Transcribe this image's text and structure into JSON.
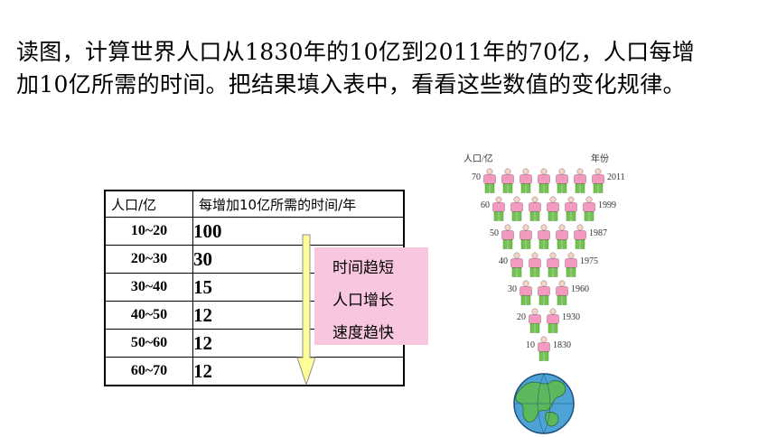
{
  "question": {
    "line1": "读图，计算世界人口从1830年的10亿到2011年的70亿，人口每增",
    "line2": "加10亿所需的时间。把结果填入表中，看看这些数值的变化规律。"
  },
  "table": {
    "headers": [
      "人口/亿",
      "每增加10亿所需的时间/年"
    ],
    "rows": [
      {
        "range": "10~20",
        "years": "100"
      },
      {
        "range": "20~30",
        "years": "30"
      },
      {
        "range": "30~40",
        "years": "15"
      },
      {
        "range": "40~50",
        "years": "12"
      },
      {
        "range": "50~60",
        "years": "12"
      },
      {
        "range": "60~70",
        "years": "12"
      }
    ]
  },
  "notes": [
    "时间趋短",
    "人口增长",
    "速度趋快"
  ],
  "figure": {
    "left_axis_label": "人口/亿",
    "right_axis_label": "年份",
    "levels": [
      {
        "population": "70",
        "year": "2011",
        "people": 7
      },
      {
        "population": "60",
        "year": "1999",
        "people": 6
      },
      {
        "population": "50",
        "year": "1987",
        "people": 5
      },
      {
        "population": "40",
        "year": "1975",
        "people": 4
      },
      {
        "population": "30",
        "year": "1960",
        "people": 3
      },
      {
        "population": "20",
        "year": "1930",
        "people": 2
      },
      {
        "population": "10",
        "year": "1830",
        "people": 1
      }
    ],
    "colors": {
      "shirt": "#f49ac1",
      "pants": "#6fc74a",
      "arrow_fill": "#ffff99",
      "note_bg": "#f9c6e0",
      "globe_ocean": "#4da3d8",
      "globe_land": "#5cb85c"
    }
  }
}
